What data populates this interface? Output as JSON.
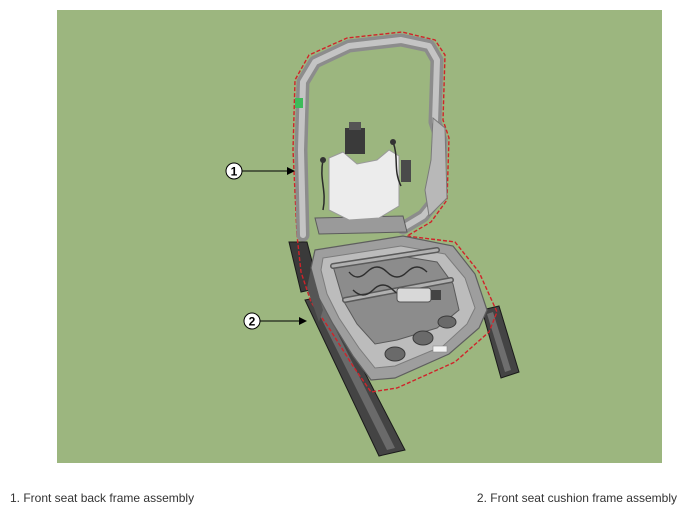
{
  "diagram": {
    "background_color": "#9cb67f",
    "outline_color": "#d0232a",
    "callouts": [
      {
        "number": "1"
      },
      {
        "number": "2"
      }
    ]
  },
  "legend": {
    "item_1": "1. Front seat back frame assembly",
    "item_2": "2. Front seat cushion frame assembly"
  }
}
